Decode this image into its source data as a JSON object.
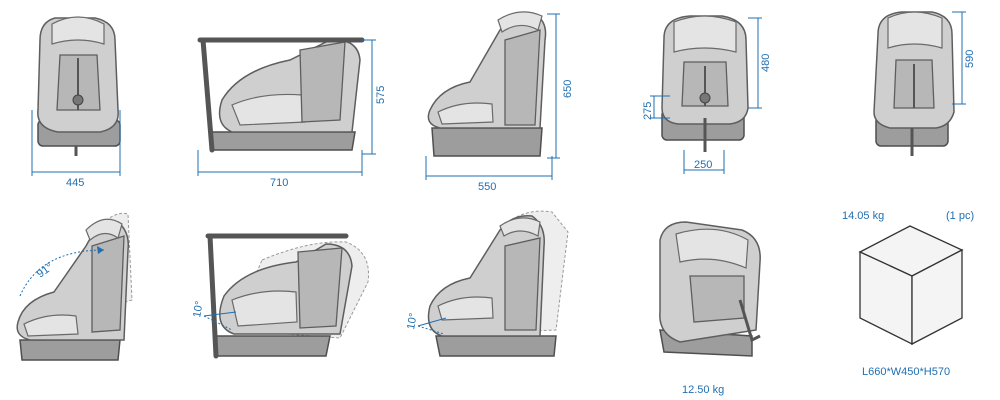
{
  "dimensions": {
    "front_width": "445",
    "side_length_with_bar": "710",
    "side_height_with_bar": "575",
    "side_length": "550",
    "side_height": "650",
    "top_height": "480",
    "top_side_depth": "275",
    "top_width": "250",
    "back_height": "590"
  },
  "angles": {
    "recline_angle": "91°",
    "tilt_with_bar": "10°",
    "tilt_side": "10°"
  },
  "package": {
    "gross_weight": "14.05 kg",
    "quantity": "(1 pc)",
    "size": "L660*W450*H570"
  },
  "product": {
    "net_weight": "12.50 kg"
  },
  "colors": {
    "dimension": "#1f6fb2",
    "seat_fill": "#cfcfcf",
    "seat_outline": "#5e5e5e"
  }
}
